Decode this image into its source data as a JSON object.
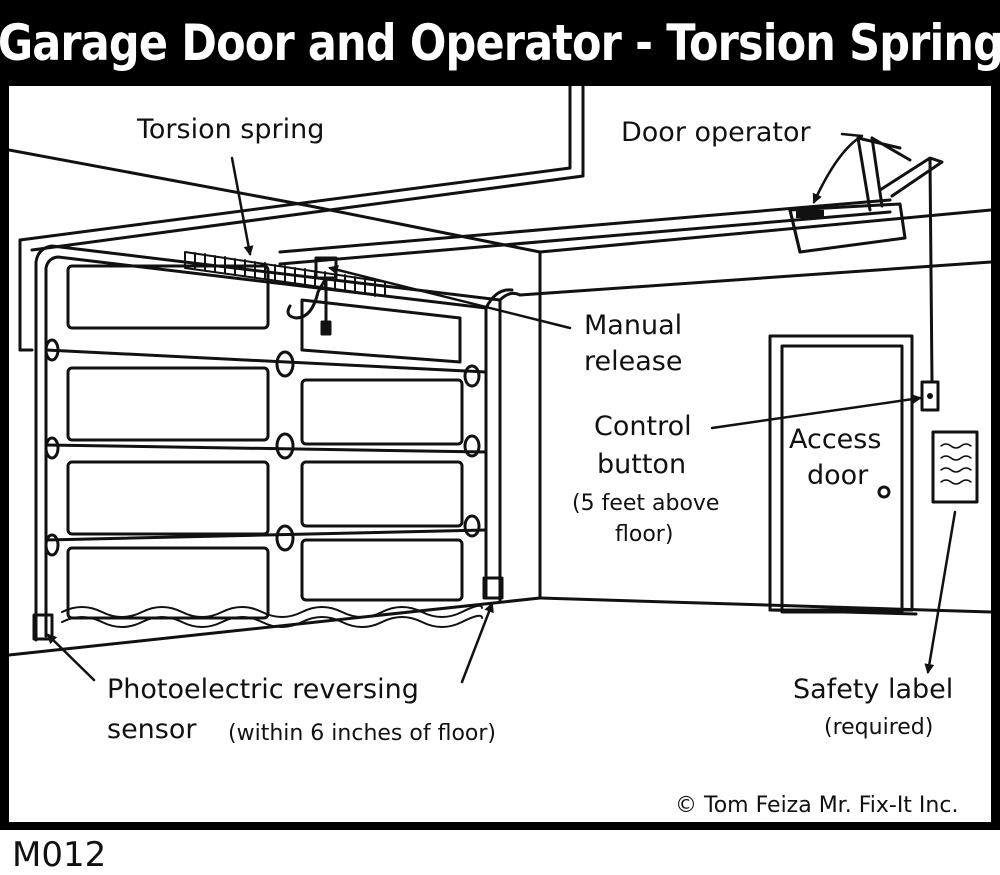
{
  "title": "Garage Door and Operator - Torsion Spring",
  "labels": {
    "torsion_spring": "Torsion spring",
    "door_operator": "Door operator",
    "manual_release_line1": "Manual",
    "manual_release_line2": "release",
    "control_button_line1": "Control",
    "control_button_line2": "button",
    "control_button_note_line1": "(5 feet above",
    "control_button_note_line2": "floor)",
    "access_door_line1": "Access",
    "access_door_line2": "door",
    "sensor_line1": "Photoelectric reversing",
    "sensor_line2": "sensor",
    "sensor_note": "(within 6 inches of floor)",
    "safety_label": "Safety label",
    "safety_label_note": "(required)"
  },
  "copyright": "© Tom Feiza Mr. Fix-It Inc.",
  "page_id": "M012",
  "colors": {
    "ink": "#111111",
    "frame": "#000000",
    "paper": "#ffffff"
  }
}
